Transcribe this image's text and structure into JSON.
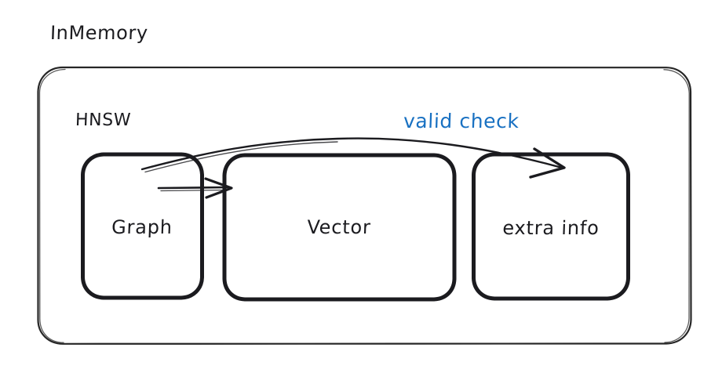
{
  "diagram": {
    "title": "InMemory",
    "container_label": "HNSW",
    "annotation": "valid check",
    "boxes": [
      {
        "id": "graph",
        "label": "Graph"
      },
      {
        "id": "vector",
        "label": "Vector"
      },
      {
        "id": "extra-info",
        "label": "extra info"
      }
    ],
    "edges": [
      {
        "from": "Graph",
        "to": "Vector",
        "label": ""
      },
      {
        "from": "Graph",
        "to": "extra info",
        "label": "valid check"
      }
    ],
    "colors": {
      "stroke": "#1b1b1f",
      "annotation": "#1971c2",
      "background": "#ffffff",
      "outer_stroke": "#262626"
    }
  }
}
